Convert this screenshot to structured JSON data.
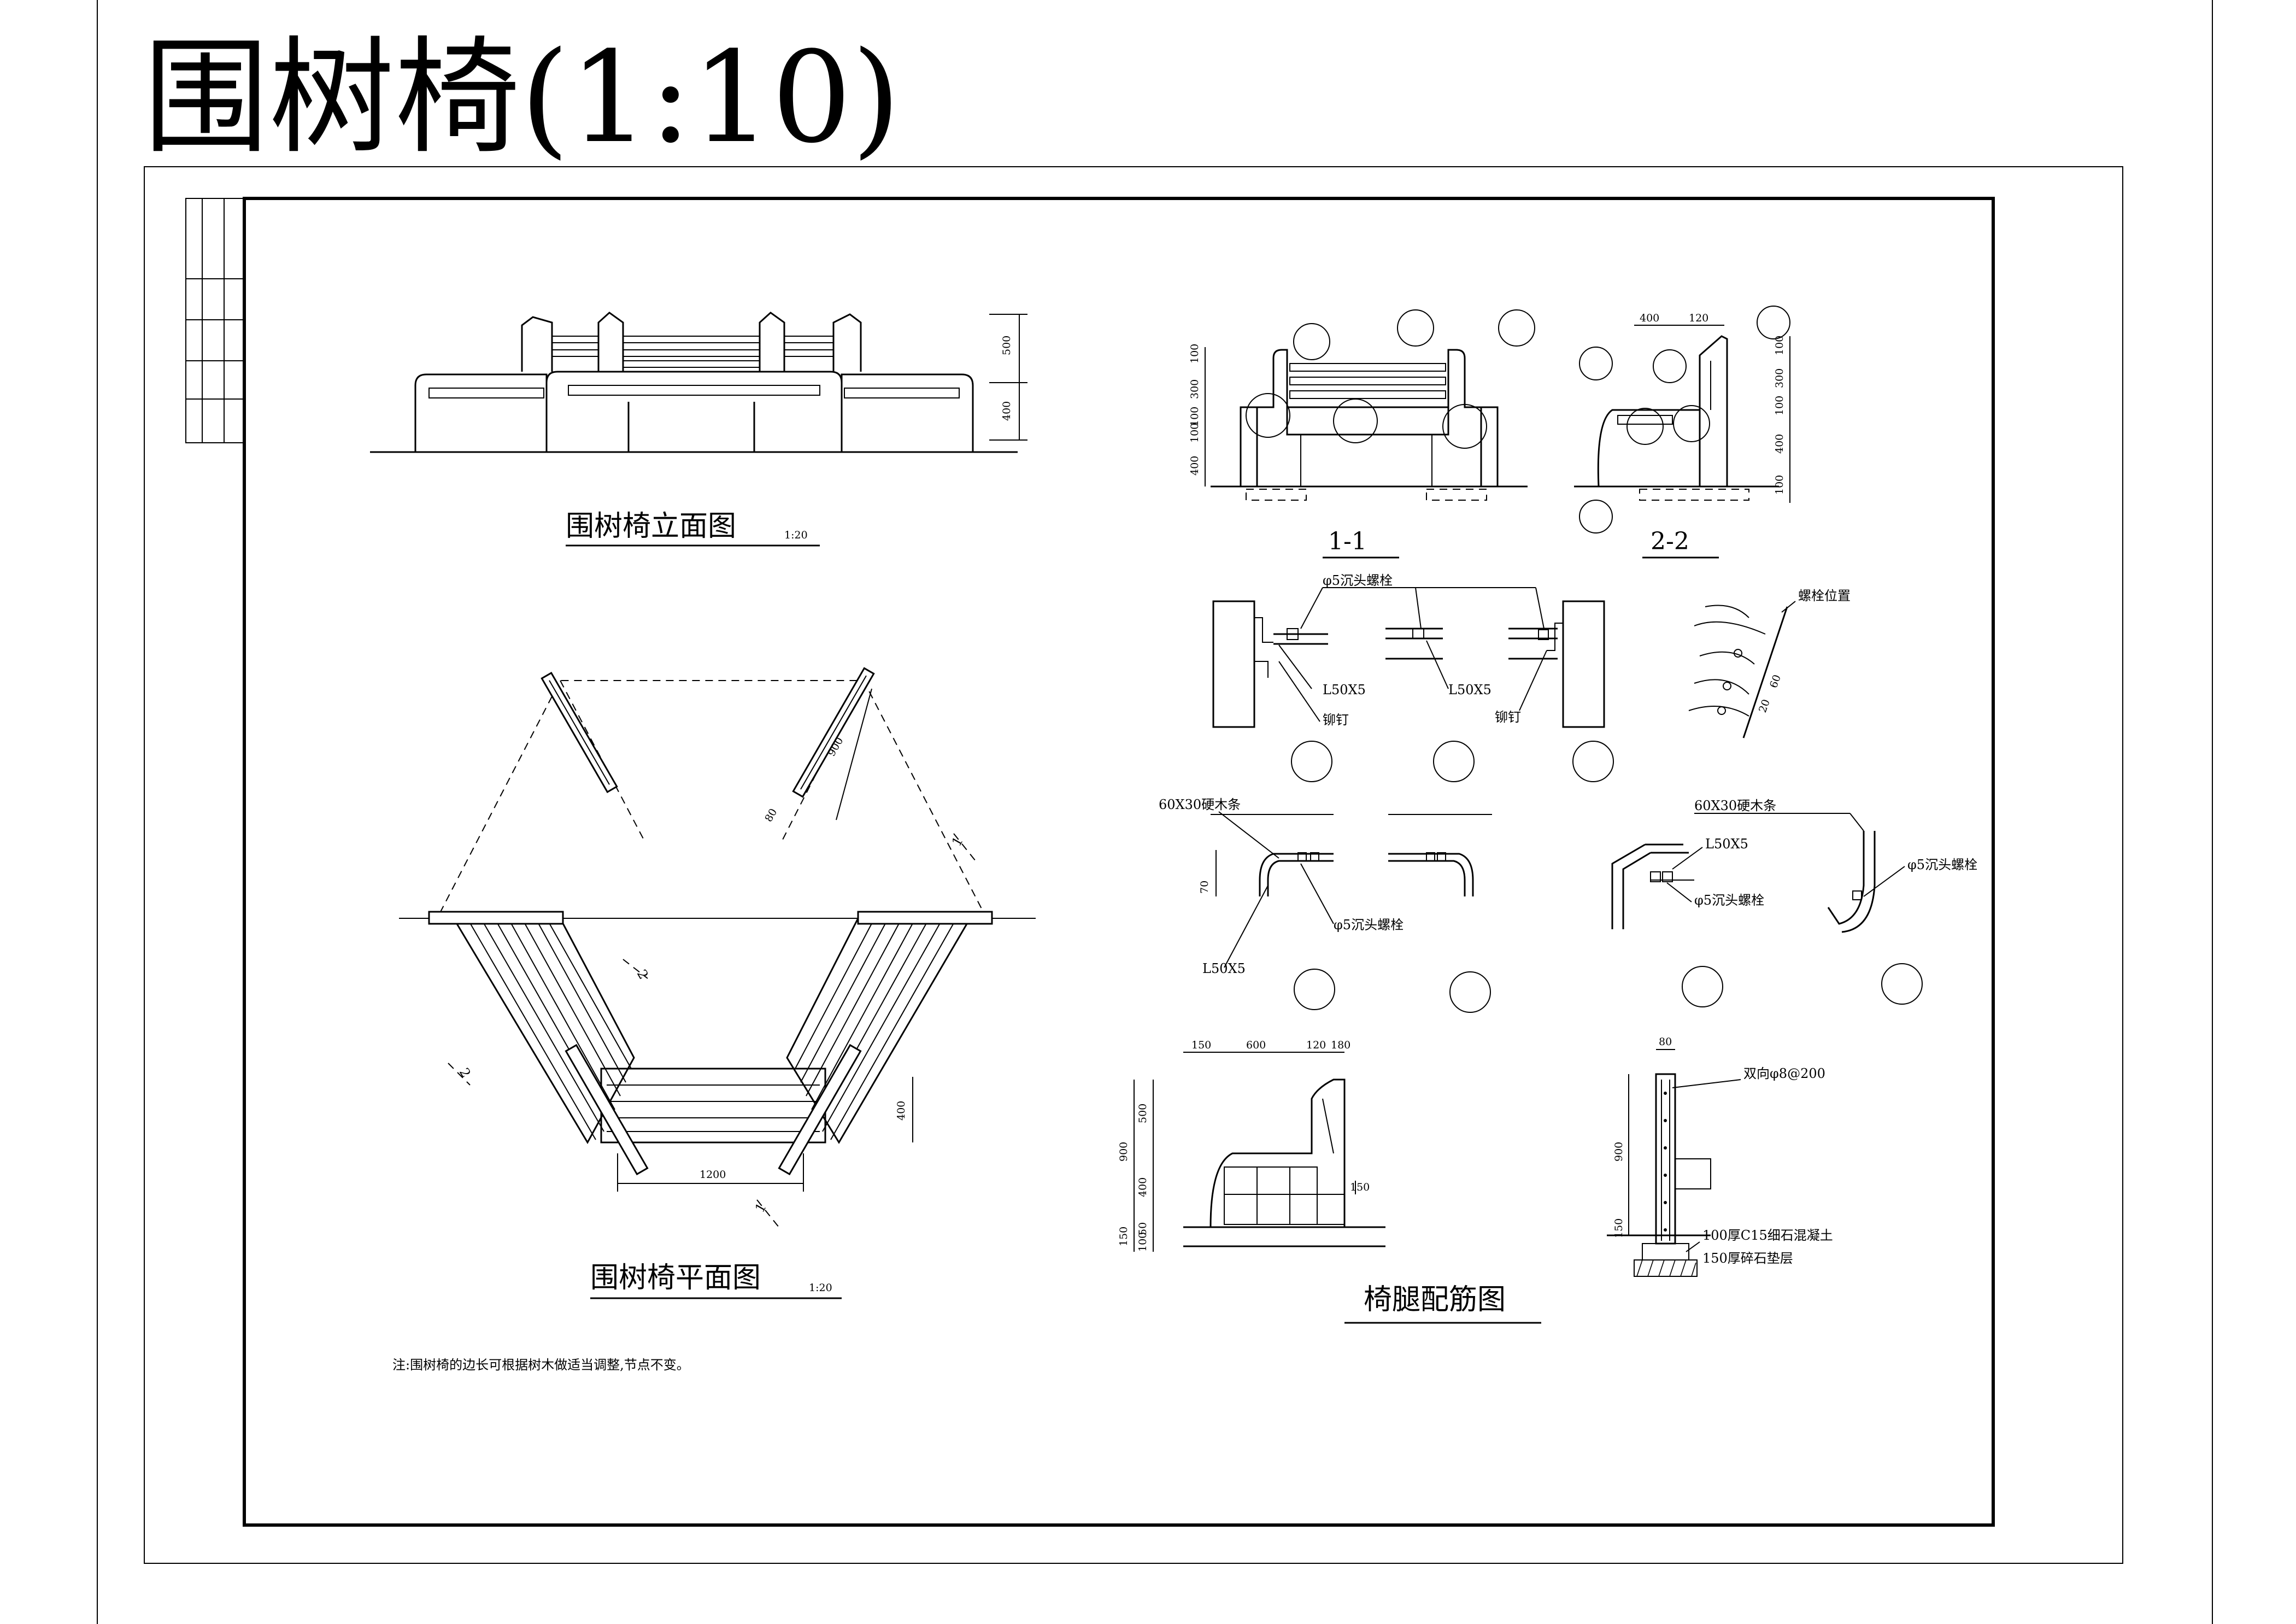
{
  "sheet_title": "围树椅(1:10)",
  "elevation": {
    "title": "围树椅立面图",
    "scale": "1:20",
    "dims": [
      "500",
      "400"
    ]
  },
  "plan": {
    "title": "围树椅平面图",
    "scale": "1:20",
    "dims": [
      "900",
      "80",
      "400",
      "1200"
    ],
    "section_marks": [
      "1",
      "1",
      "2",
      "2"
    ]
  },
  "section_1": {
    "label": "1-1",
    "dims": [
      "100",
      "300",
      "100",
      "100",
      "400"
    ]
  },
  "section_2": {
    "label": "2-2",
    "dims_top": [
      "400",
      "120"
    ],
    "dims_side": [
      "100",
      "300",
      "100",
      "400",
      "100"
    ]
  },
  "detail_a": {
    "bolt_label": "φ5沉头螺栓",
    "angle_label_1": "L50X5",
    "angle_label_2": "L50X5",
    "rivet_label_1": "铆钉",
    "rivet_label_2": "铆钉",
    "bolt_pos_label": "螺栓位置",
    "dims": [
      "60",
      "20"
    ]
  },
  "detail_b": {
    "wood_label_1": "60X30硬木条",
    "dim_70": "70",
    "bolt_label_1": "φ5沉头螺栓",
    "angle_label_1": "L50X5",
    "wood_label_2": "60X30硬木条",
    "angle_label_2": "L50X5",
    "bolt_label_2": "φ5沉头螺栓",
    "bolt_label_3": "φ5沉头螺栓"
  },
  "rebar": {
    "title": "椅腿配筋图",
    "dims_top": [
      "150",
      "600",
      "120",
      "180"
    ],
    "dims_left": [
      "900",
      "500",
      "400",
      "150",
      "50",
      "100"
    ],
    "dim_inner": "150",
    "dim_80": "80",
    "dim_900": "900",
    "dim_150": "150",
    "rebar_label": "双向φ8@200",
    "concrete_label": "100厚C15细石混凝土",
    "gravel_label": "150厚碎石垫层"
  },
  "note": "注:围树椅的边长可根据树木做适当调整,节点不变。"
}
